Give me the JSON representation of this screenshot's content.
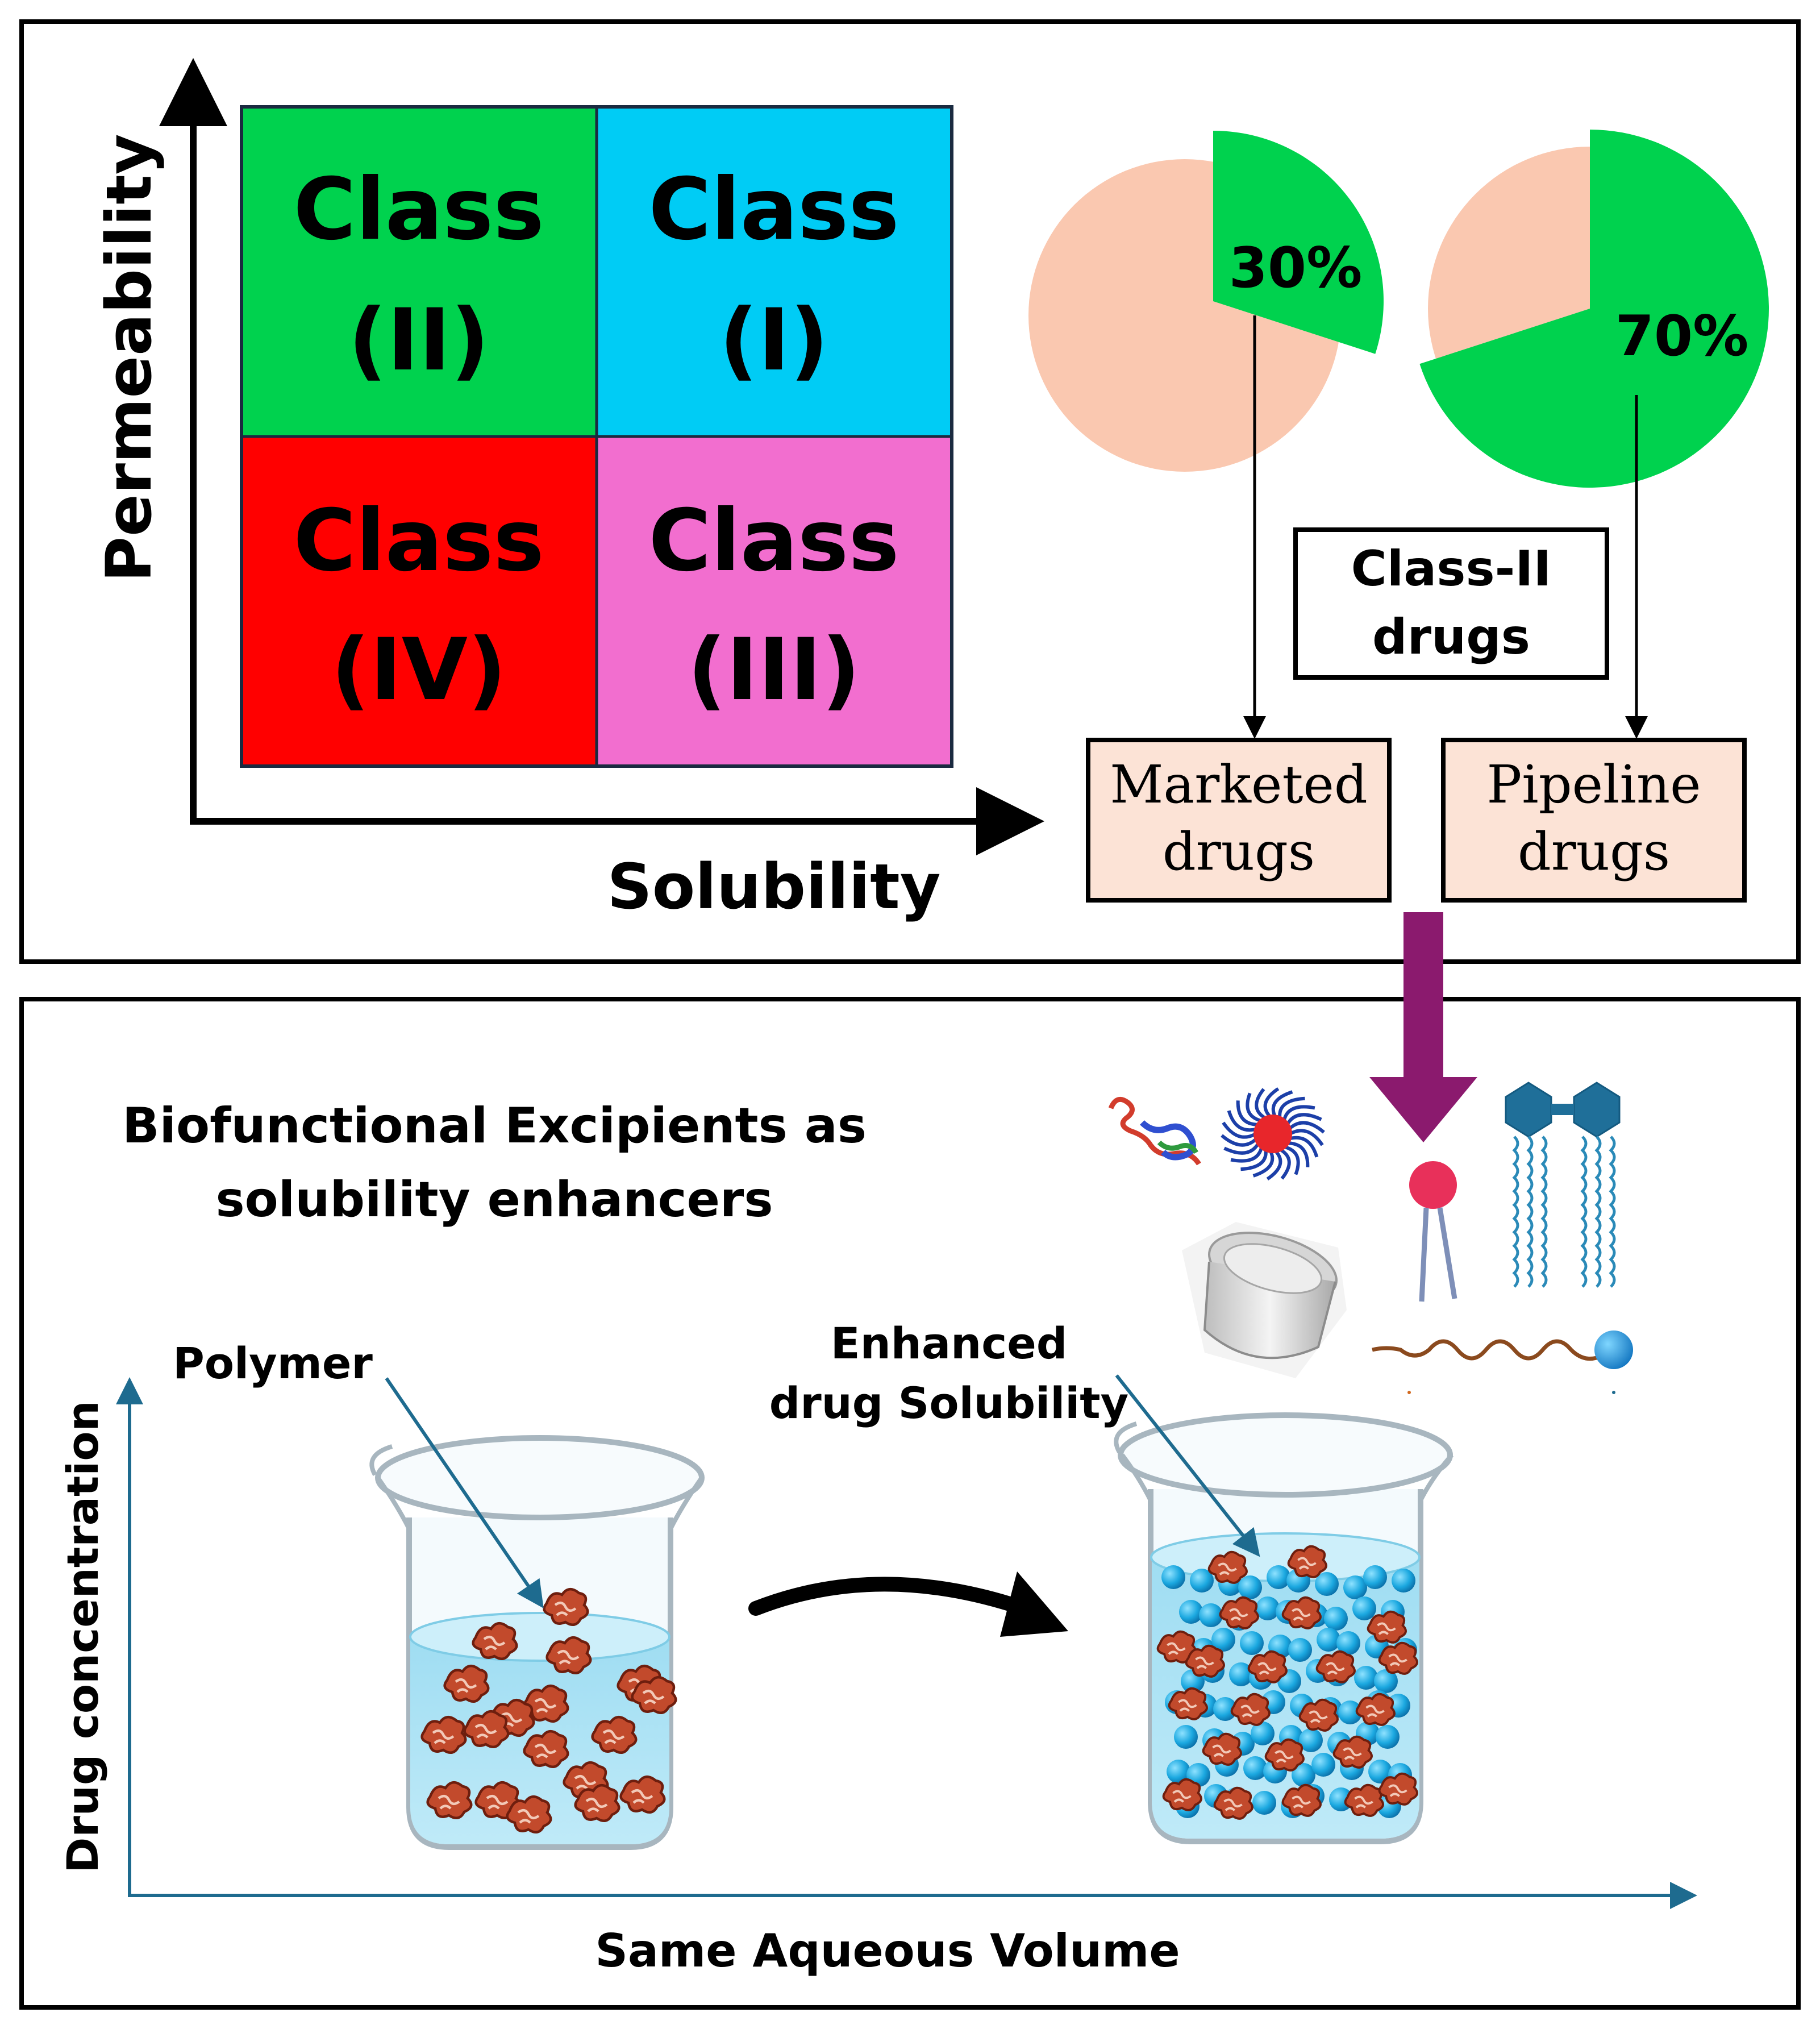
{
  "top_panel": {
    "bcs_quadrants": [
      {
        "word": "Class",
        "roman": "(II)",
        "color": "#00D24E"
      },
      {
        "word": "Class",
        "roman": "(I)",
        "color": "#00CCF5"
      },
      {
        "word": "Class",
        "roman": "(IV)",
        "color": "#FF0000"
      },
      {
        "word": "Class",
        "roman": "(III)",
        "color": "#F26ECF"
      }
    ],
    "y_axis_label": "Permeability",
    "x_axis_label": "Solubility",
    "pies": [
      {
        "percent_label": "30%",
        "fraction": 0.3,
        "highlight_color": "#00D24E",
        "base_color": "#FAC8B0"
      },
      {
        "percent_label": "70%",
        "fraction": 0.7,
        "highlight_color": "#00D24E",
        "base_color": "#FAC8B0"
      }
    ],
    "legend_box": {
      "line1": "Class-II",
      "line2": "drugs"
    },
    "targets": [
      {
        "line1": "Marketed",
        "line2": "drugs"
      },
      {
        "line1": "Pipeline",
        "line2": "drugs"
      }
    ]
  },
  "bottom_panel": {
    "heading": {
      "line1": "Biofunctional Excipients as",
      "line2": "solubility enhancers"
    },
    "polymer_label": "Polymer",
    "enhanced_label": {
      "line1": "Enhanced",
      "line2": "drug Solubility"
    },
    "y_axis_label": "Drug concentration",
    "x_axis_label": "Same Aqueous Volume"
  },
  "colors": {
    "transition_arrow": "#8B1A6E",
    "axis_blue": "#1E6B8F",
    "target_box_fill": "#FCE3D6"
  }
}
